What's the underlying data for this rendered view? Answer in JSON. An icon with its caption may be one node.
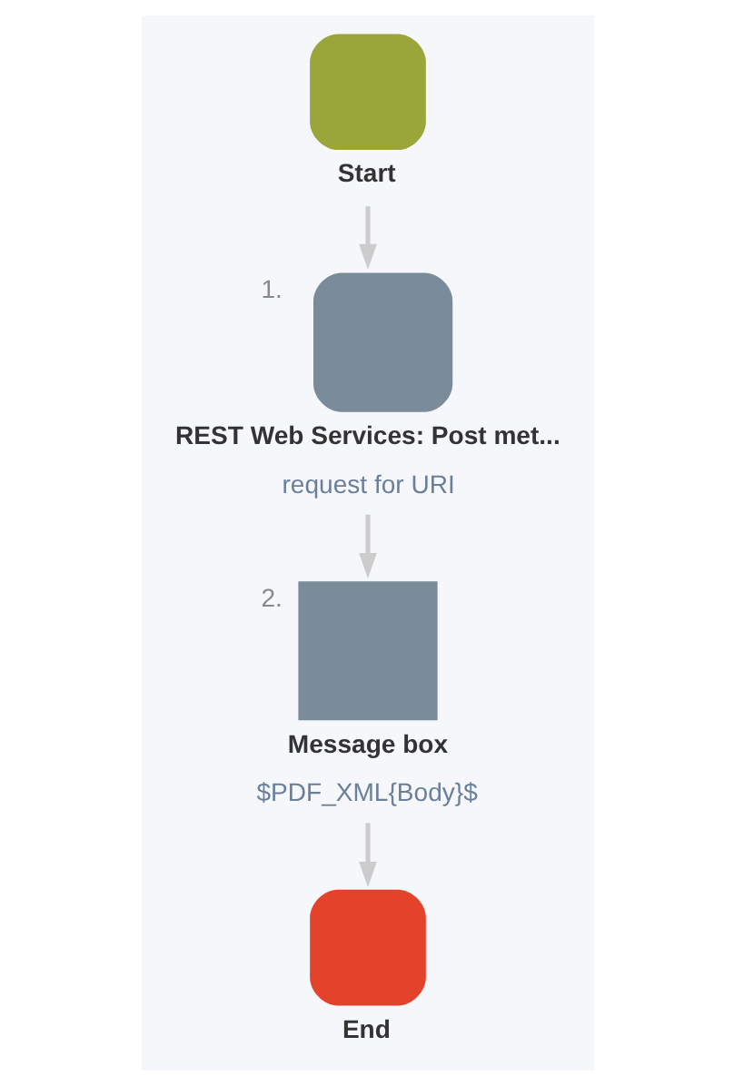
{
  "diagram": {
    "nodes": [
      {
        "text": [
          "Start"
        ]
      },
      {
        "text": [
          "REST Web Services: Post met...",
          "request for URI"
        ],
        "beside": [
          "1."
        ]
      },
      {
        "text": [
          "Message box",
          "$PDF_XML{Body}$"
        ],
        "beside": [
          "2."
        ]
      },
      {
        "text": [
          "End"
        ]
      }
    ],
    "edges": [
      {
        "from": 0,
        "to": 1,
        "arrow": "to"
      },
      {
        "from": 1,
        "to": 2,
        "arrow": "to"
      },
      {
        "from": 2,
        "to": 3,
        "arrow": "to"
      }
    ]
  }
}
